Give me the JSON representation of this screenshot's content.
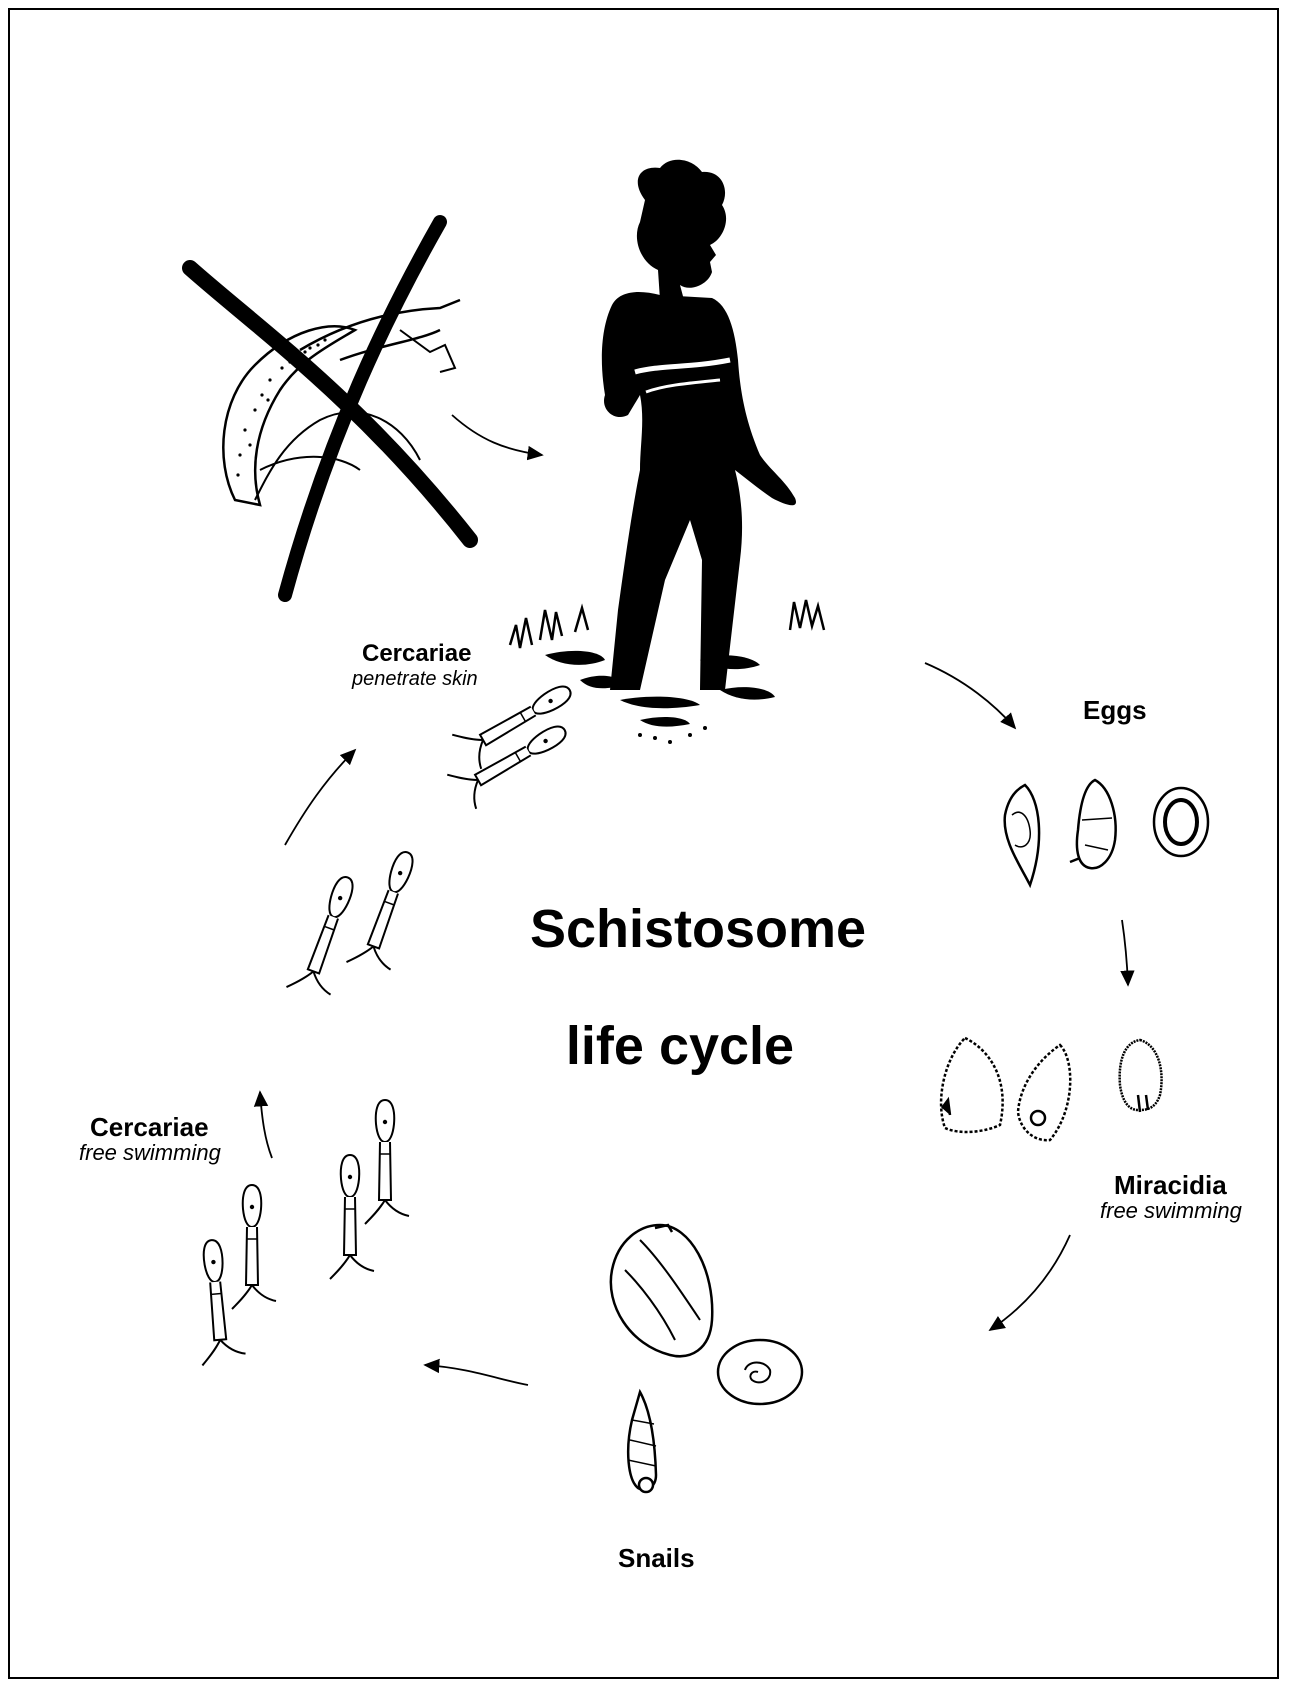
{
  "title": {
    "line1": "Schistosome",
    "line2": "life cycle"
  },
  "stages": {
    "cercariae_penetrate": {
      "name": "Cercariae",
      "note": "penetrate skin"
    },
    "eggs": {
      "name": "Eggs"
    },
    "miracidia": {
      "name": "Miracidia",
      "note": "free swimming"
    },
    "snails": {
      "name": "Snails"
    },
    "cercariae_free": {
      "name": "Cercariae",
      "note": "free swimming"
    }
  },
  "colors": {
    "ink": "#000000",
    "paper": "#ffffff"
  }
}
